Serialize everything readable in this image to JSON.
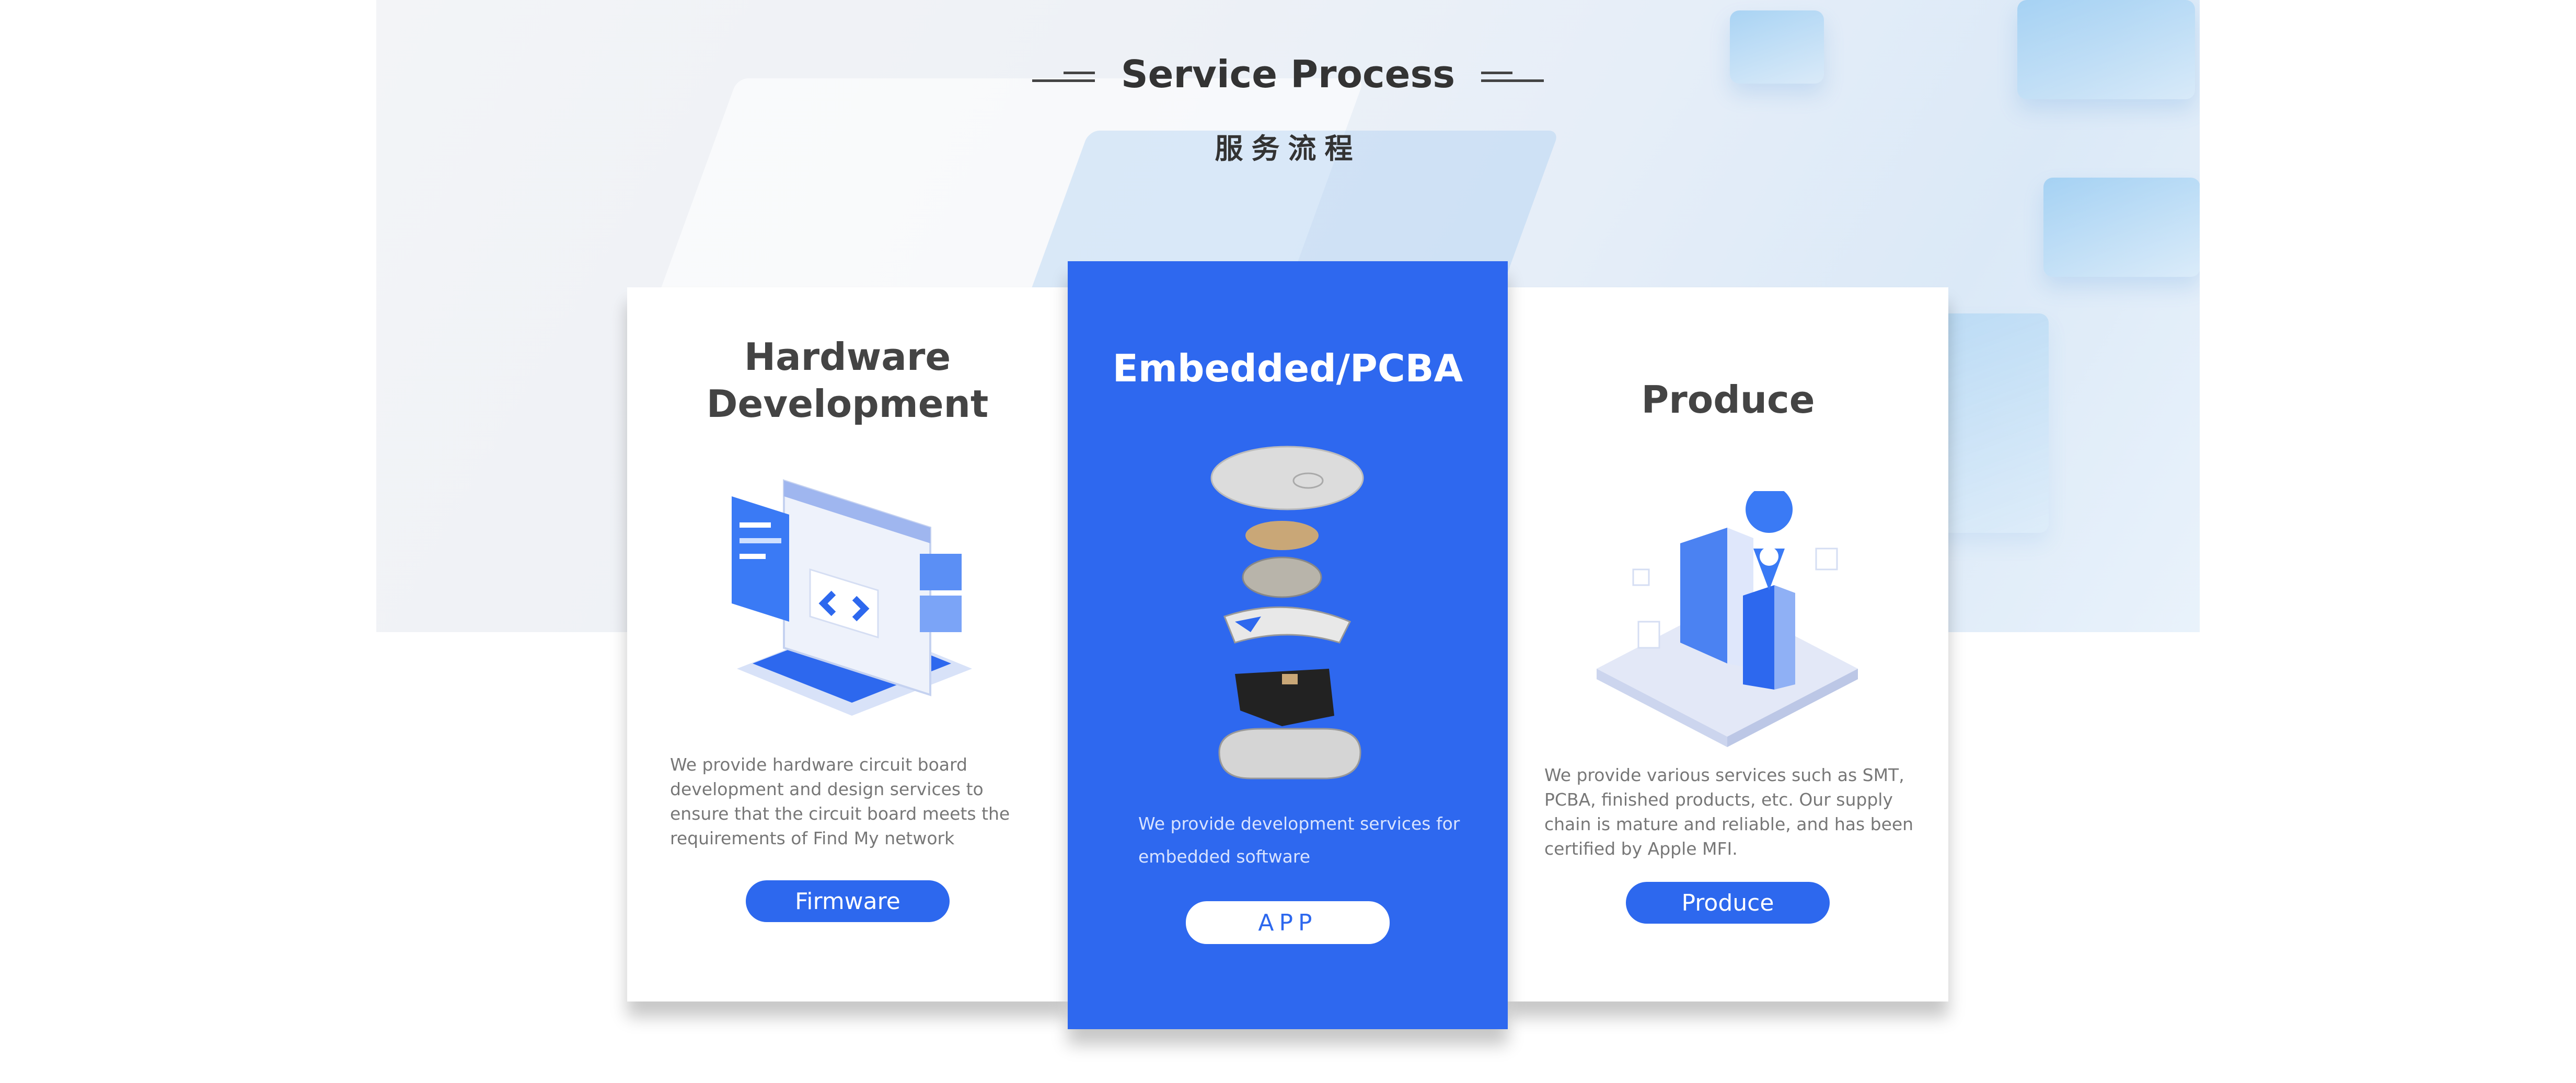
{
  "header": {
    "title": "Service Process",
    "subtitle": "服务流程"
  },
  "cards": [
    {
      "title_line1": "Hardware",
      "title_line2": "Development",
      "description": "We provide hardware circuit board development and design services to ensure that the circuit board meets the requirements of Find My network",
      "button": "Firmware",
      "icon": "computer-code-illustration"
    },
    {
      "title": "Embedded/PCBA",
      "description": "We provide development services for embedded software",
      "button": "APP",
      "icon": "device-exploded-view-illustration"
    },
    {
      "title": "Produce",
      "description": "We provide various services such as SMT, PCBA, finished products, etc. Our supply chain is mature and reliable, and has been certified by Apple MFI.",
      "button": "Produce",
      "icon": "factory-location-illustration"
    }
  ],
  "colors": {
    "accent": "#2d68ee",
    "text": "#444444",
    "muted": "#777777"
  }
}
